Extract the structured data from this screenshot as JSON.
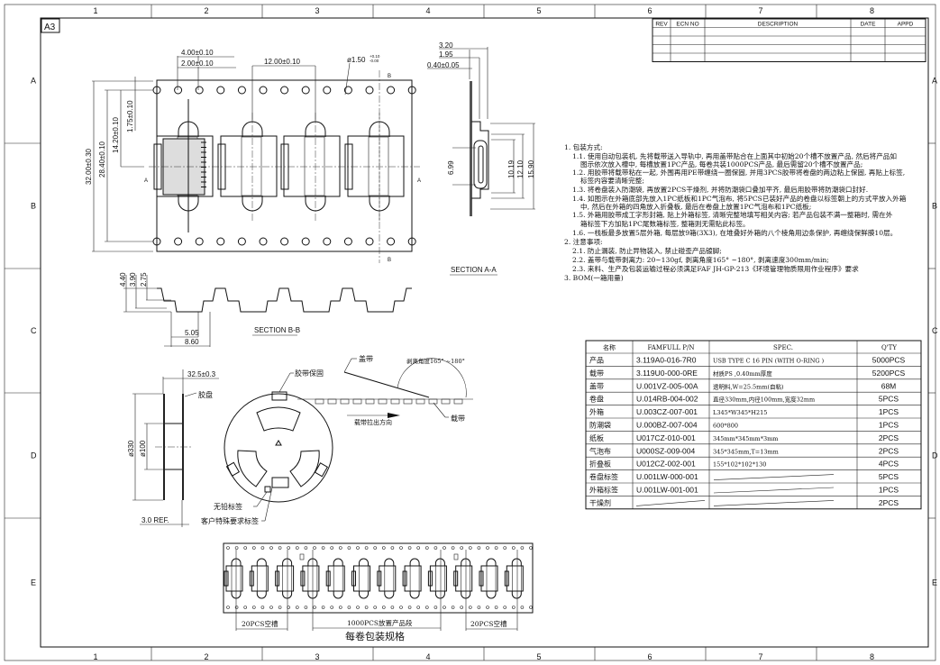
{
  "sheet": {
    "size_label": "A3",
    "columns": [
      "1",
      "2",
      "3",
      "4",
      "5",
      "6",
      "7",
      "8"
    ],
    "rows": [
      "A",
      "B",
      "C",
      "D",
      "E"
    ]
  },
  "revision_table": {
    "headers": [
      "REV",
      "ECN NO",
      "DESCRIPTION",
      "DATE",
      "APPD"
    ],
    "row_count": 4
  },
  "top_view": {
    "dims": {
      "pitch_4": "4.00±0.10",
      "pitch_2": "2.00±0.10",
      "pocket_pitch": "12.00±0.10",
      "hole_dia": "ø1.50",
      "hole_tol_plus": "+0.10",
      "hole_tol_minus": "-0.00",
      "width": "32.00±0.30",
      "hole_span": "28.40±0.10",
      "center": "14.20±0.10",
      "edge": "1.75±0.10"
    },
    "section_marks": {
      "a": "A",
      "b": "B"
    }
  },
  "section_aa": {
    "title": "SECTION A-A",
    "dims": {
      "d1": "3.20",
      "d2": "1.95",
      "d3": "0.40±0.05",
      "d4": "6.99",
      "d5": "10.19",
      "d6": "12.10",
      "d7": "15.90"
    }
  },
  "section_bb": {
    "title": "SECTION B-B",
    "dims": {
      "h1": "4.40",
      "h2": "3.90",
      "h3": "2.75",
      "w1": "5.05",
      "w2": "8.60"
    }
  },
  "reel": {
    "width": "32.5±0.3",
    "reel_label": "胶盘",
    "outer_dia": "ø330",
    "inner_dia": "ø100",
    "ref": "3.0 REF.",
    "tape_fix": "胶带保固",
    "lead_free_label": "无铅标签",
    "customer_label": "客户特殊要求标签",
    "cover_tape": "盖带",
    "peel_angle": "剥离角度165° ~180°",
    "carrier_tape": "载带",
    "pull_direction": "载带拉出方向"
  },
  "strip": {
    "empty_leading": "20PCS空槽",
    "product_section": "1000PCS放置产品段",
    "empty_trailing": "20PCS空槽",
    "caption": "每卷包装规格"
  },
  "notes": [
    "1. 包装方式:",
    "1.1. 使用自动包装机, 先将载带送入导轨中, 再用盖带贴合在上面其中初始20个槽不放置产品, 然后将产品如",
    "图示依次放入槽中, 每槽放置1PC产品, 每卷共装1000PCS产品, 最后需留20个槽不放置产品;",
    "1.2. 用胶带将载带粘在一起, 外围再用PE带缠绕一圈保固, 并用3PCS胶带将卷盘的两边粘上保固, 再贴上标签,",
    "标签内容要清晰完整;",
    "1.3. 将卷盘装入防潮袋, 再放置2PCS干燥剂, 并将防潮袋口叠加平齐, 最后用胶带将防潮袋口封好.",
    "1.4. 如图示在外箱底部先放入1PC纸板和1PC气泡布, 将5PCS已装好产品的卷盘以标签朝上的方式平放入外箱",
    "中, 然后在外箱的四角放入折叠板, 最后在卷盘上放置1PC气泡布和1PC纸板;",
    "1.5. 外箱用胶带成工字形封箱, 贴上外箱标签, 清晰完整地填写相关内容; 若产品包装不满一整箱时, 需在外",
    "箱标签下方加贴1PC尾数箱标签, 整箱则无需贴此标签。",
    "1.6. 一栈板最多放置5层外箱, 每层放9箱(3X3), 在堆叠好外箱的八个棱角用边条保护, 再缠绕保鲜膜10层。",
    "2. 注意事项:",
    "2.1. 防止漏装, 防止异物装入, 禁止碰歪产品镀脚;",
    "2.2. 盖带与载带剥离力: 20~130gf, 剥离角度165° ~180°, 剥离速度300mm/min;",
    "2.3. 来料、生产及包装运输过程必须满足FAF JH-GP-213《环境管理物质限用作业程序》要求",
    "3. BOM(一箱用量)"
  ],
  "bom": {
    "headers": [
      "名称",
      "FAMFULL P/N",
      "SPEC.",
      "Q'TY"
    ],
    "rows": [
      {
        "name": "产品",
        "pn": "3.119A0-016-7R0",
        "spec": "USB TYPE C 16 PIN (WITH O-RING )",
        "qty": "5000PCS"
      },
      {
        "name": "载带",
        "pn": "3.119U0-000-0RE",
        "spec": "材质PS ,0.40mm厚度",
        "qty": "5200PCS"
      },
      {
        "name": "盖带",
        "pn": "U.001VZ-005-00A",
        "spec": "透明料,W=25.5mm(自粘)",
        "qty": "68M"
      },
      {
        "name": "卷盘",
        "pn": "U.014RB-004-002",
        "spec": "直径330mm,内径100mm,宽度32mm",
        "qty": "5PCS"
      },
      {
        "name": "外箱",
        "pn": "U.003CZ-007-001",
        "spec": "L345*W345*H215",
        "qty": "1PCS"
      },
      {
        "name": "防潮袋",
        "pn": "U.000BZ-007-004",
        "spec": "600*800",
        "qty": "1PCS"
      },
      {
        "name": "纸板",
        "pn": "U017CZ-010-001",
        "spec": "345mm*345mm*3mm",
        "qty": "2PCS"
      },
      {
        "name": "气泡布",
        "pn": "U000SZ-009-004",
        "spec": "345*345mm,T=13mm",
        "qty": "2PCS"
      },
      {
        "name": "折叠板",
        "pn": "U012CZ-002-001",
        "spec": "155*102*102*130",
        "qty": "4PCS"
      },
      {
        "name": "卷盘标签",
        "pn": "U.001LW-000-001",
        "spec": "",
        "qty": "5PCS"
      },
      {
        "name": "外箱标签",
        "pn": "U.001LW-001-001",
        "spec": "",
        "qty": "1PCS"
      },
      {
        "name": "干燥剂",
        "pn": "",
        "spec": "",
        "qty": "2PCS"
      }
    ]
  }
}
